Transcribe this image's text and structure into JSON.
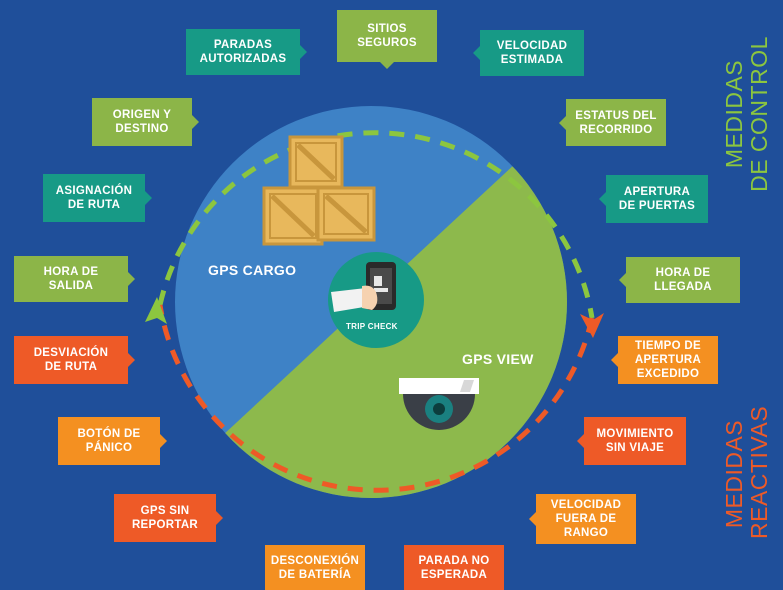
{
  "colors": {
    "background": "#1f4f9a",
    "circle_blue": "#3e82c6",
    "circle_green": "#8db94c",
    "control_green": "#8cc63f",
    "reactive_orange": "#ee5a27",
    "teal": "#179a86",
    "light_green": "#8cb548",
    "red_orange": "#ee5a27",
    "orange": "#f49021"
  },
  "side_titles": {
    "control": "MEDIDAS\nDE CONTROL",
    "reactive": "MEDIDAS\nREACTIVAS"
  },
  "circle": {
    "cargo_label": "GPS CARGO",
    "view_label": "GPS VIEW",
    "trip_check_label": "TRIP CHECK"
  },
  "boxes": {
    "sitios_seguros": "SITIOS\nSEGUROS",
    "paradas_autorizadas": "PARADAS\nAUTORIZADAS",
    "velocidad_estimada": "VELOCIDAD\nESTIMADA",
    "origen_destino": "ORIGEN Y\nDESTINO",
    "estatus_recorrido": "ESTATUS DEL\nRECORRIDO",
    "asignacion_ruta": "ASIGNACIÓN\nDE RUTA",
    "apertura_puertas": "APERTURA\nDE PUERTAS",
    "hora_salida": "HORA DE\nSALIDA",
    "hora_llegada": "HORA DE\nLLEGADA",
    "desviacion_ruta": "DESVIACIÓN\nDE RUTA",
    "tiempo_apertura": "TIEMPO DE\nAPERTURA\nEXCEDIDO",
    "boton_panico": "BOTÓN DE\nPÁNICO",
    "movimiento_sin_viaje": "MOVIMIENTO\nSIN VIAJE",
    "gps_sin_reportar": "GPS SIN\nREPORTAR",
    "velocidad_fuera_rango": "VELOCIDAD\nFUERA DE\nRANGO",
    "desconexion_bateria": "DESCONEXIÓN\nDE BATERÍA",
    "parada_no_esperada": "PARADA NO\nESPERADA"
  },
  "icons": [
    "cargo-boxes-icon",
    "phone-hand-icon",
    "dome-camera-icon",
    "arrow-up-icon",
    "arrow-down-icon"
  ]
}
